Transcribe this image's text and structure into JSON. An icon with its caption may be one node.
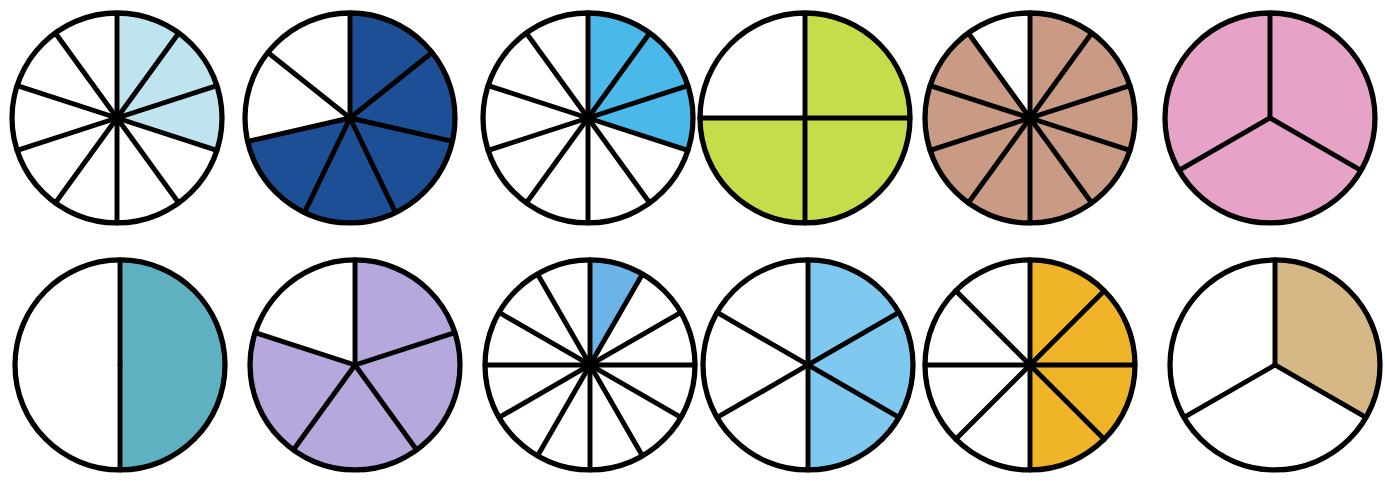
{
  "diagram": {
    "nodes": [
      {
        "text": [],
        "shape": "circle"
      },
      {
        "text": [],
        "shape": "circle"
      },
      {
        "text": [],
        "shape": "circle"
      },
      {
        "text": [],
        "shape": "circle"
      },
      {
        "text": [],
        "shape": "circle"
      },
      {
        "text": [],
        "shape": "circle"
      },
      {
        "text": [],
        "shape": "circle"
      },
      {
        "text": [],
        "shape": "circle"
      },
      {
        "text": [],
        "shape": "circle"
      },
      {
        "text": [],
        "shape": "circle"
      },
      {
        "text": [],
        "shape": "circle"
      },
      {
        "text": [],
        "shape": "circle"
      }
    ]
  }
}
